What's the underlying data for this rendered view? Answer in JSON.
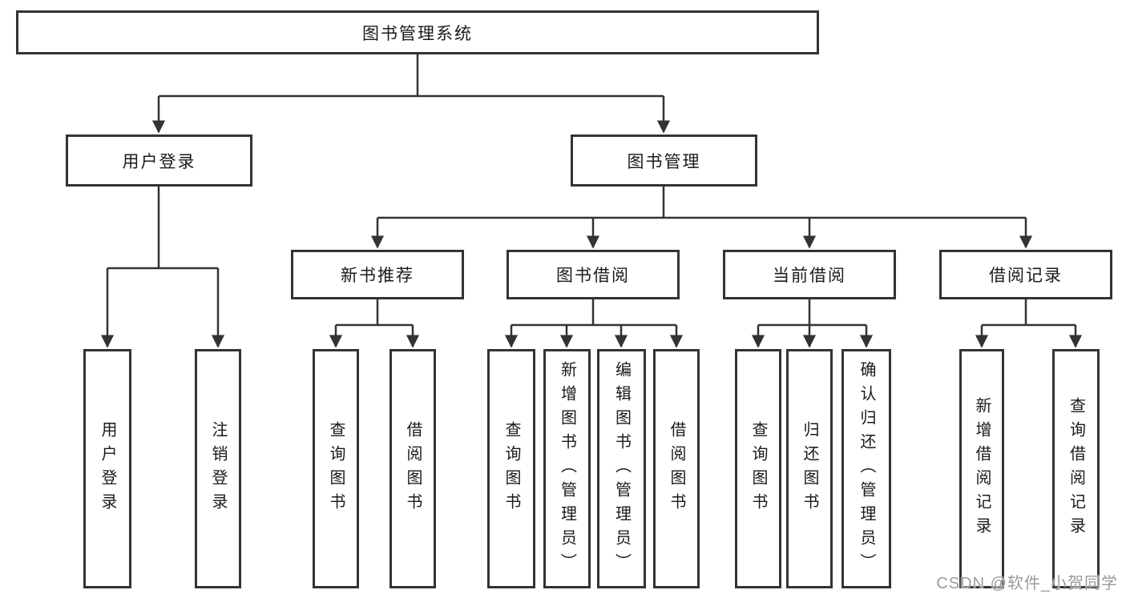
{
  "tree": {
    "root": {
      "label": "图书管理系统"
    },
    "level2": [
      {
        "label": "用户登录"
      },
      {
        "label": "图书管理"
      }
    ],
    "level3": [
      {
        "label": "新书推荐",
        "parent": "图书管理"
      },
      {
        "label": "图书借阅",
        "parent": "图书管理"
      },
      {
        "label": "当前借阅",
        "parent": "图书管理"
      },
      {
        "label": "借阅记录",
        "parent": "图书管理"
      }
    ],
    "leaves": [
      {
        "label": "用户登录",
        "parent": "用户登录"
      },
      {
        "label": "注销登录",
        "parent": "用户登录"
      },
      {
        "label": "查询图书",
        "parent": "新书推荐"
      },
      {
        "label": "借阅图书",
        "parent": "新书推荐"
      },
      {
        "label": "查询图书",
        "parent": "图书借阅"
      },
      {
        "label": "新增图书（管理员）",
        "parent": "图书借阅"
      },
      {
        "label": "编辑图书（管理员）",
        "parent": "图书借阅"
      },
      {
        "label": "借阅图书",
        "parent": "图书借阅"
      },
      {
        "label": "查询图书",
        "parent": "当前借阅"
      },
      {
        "label": "归还图书",
        "parent": "当前借阅"
      },
      {
        "label": "确认归还（管理员）",
        "parent": "当前借阅"
      },
      {
        "label": "新增借阅记录",
        "parent": "借阅记录"
      },
      {
        "label": "查询借阅记录",
        "parent": "借阅记录"
      }
    ]
  },
  "watermark": "CSDN @软件_小贺同学",
  "colors": {
    "line": "#333333",
    "box_border": "#333333",
    "text": "#1a1a1a",
    "background": "#ffffff",
    "watermark": "#9b9b9b"
  }
}
